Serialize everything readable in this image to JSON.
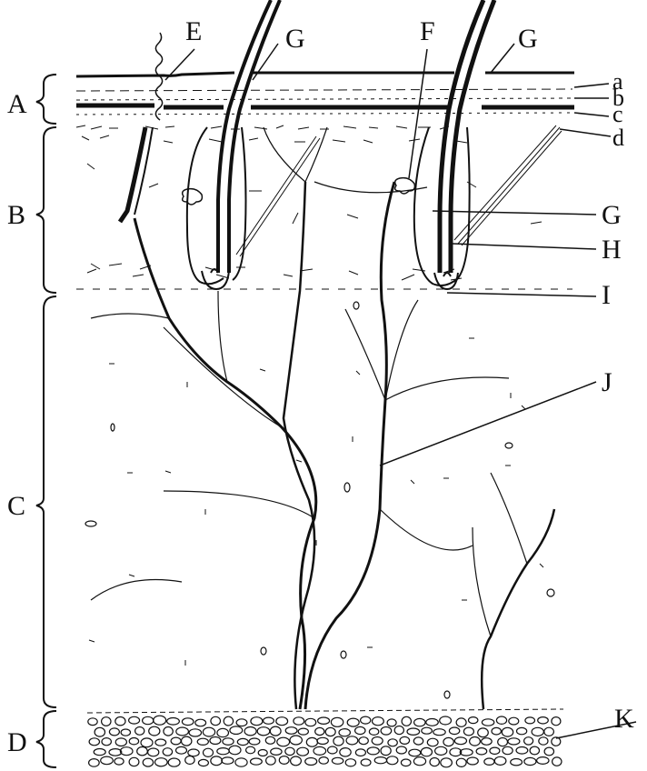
{
  "labels": {
    "A": "A",
    "B": "B",
    "C": "C",
    "D": "D",
    "E": "E",
    "F": "F",
    "G_top_left": "G",
    "G_top_right": "G",
    "G_mid": "G",
    "H": "H",
    "I": "I",
    "J": "J",
    "K": "K",
    "a": "a",
    "b": "b",
    "c": "c",
    "d": "d"
  },
  "colors": {
    "ink": "#111111",
    "paper": "#ffffff"
  }
}
